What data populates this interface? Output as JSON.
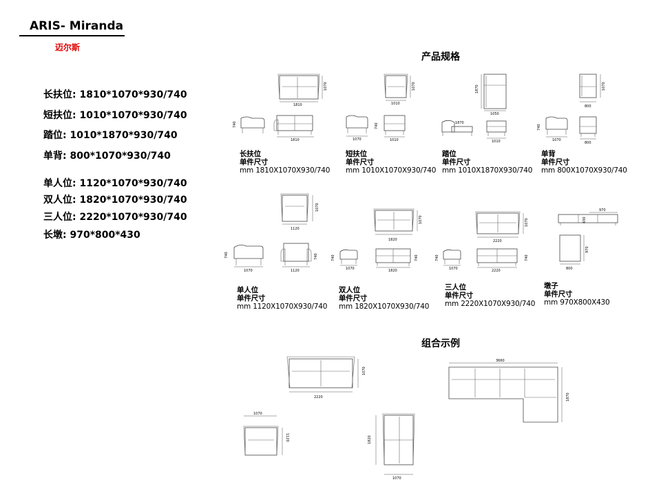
{
  "header": {
    "title": "ARIS- Miranda",
    "brand_cn": "迈尔斯"
  },
  "specs": [
    "长扶位: 1810*1070*930/740",
    "短扶位: 1010*1070*930/740",
    "踏位: 1010*1870*930/740",
    "单背: 800*1070*930/740",
    "单人位: 1120*1070*930/740",
    "双人位: 1820*1070*930/740",
    "三人位: 2220*1070*930/740",
    "长墩: 970*800*430"
  ],
  "sections": {
    "product_spec": "产品规格",
    "combination": "组合示例"
  },
  "captions": [
    {
      "name": "长扶位",
      "sub": "单件尺寸",
      "size": "mm 1810X1070X930/740"
    },
    {
      "name": "短扶位",
      "sub": "单件尺寸",
      "size": "mm 1010X1070X930/740"
    },
    {
      "name": "踏位",
      "sub": "单件尺寸",
      "size": "mm 1010X1870X930/740"
    },
    {
      "name": "单背",
      "sub": "单件尺寸",
      "size": "mm 800X1070X930/740"
    },
    {
      "name": "单人位",
      "sub": "单件尺寸",
      "size": "mm 1120X1070X930/740"
    },
    {
      "name": "双人位",
      "sub": "单件尺寸",
      "size": "mm 1820X1070X930/740"
    },
    {
      "name": "三人位",
      "sub": "单件尺寸",
      "size": "mm 2220X1070X930/740"
    },
    {
      "name": "墩子",
      "sub": "单件尺寸",
      "size": "mm 970X800X430"
    }
  ],
  "dims": {
    "d1810": "1810",
    "d1070": "1070",
    "d1010": "1010",
    "d1050": "1050",
    "d1870": "1870",
    "d800": "800",
    "d740": "740",
    "d1120": "1120",
    "d1820": "1820",
    "d2220": "2220",
    "d970": "970",
    "d430": "430",
    "d3660": "3660"
  }
}
